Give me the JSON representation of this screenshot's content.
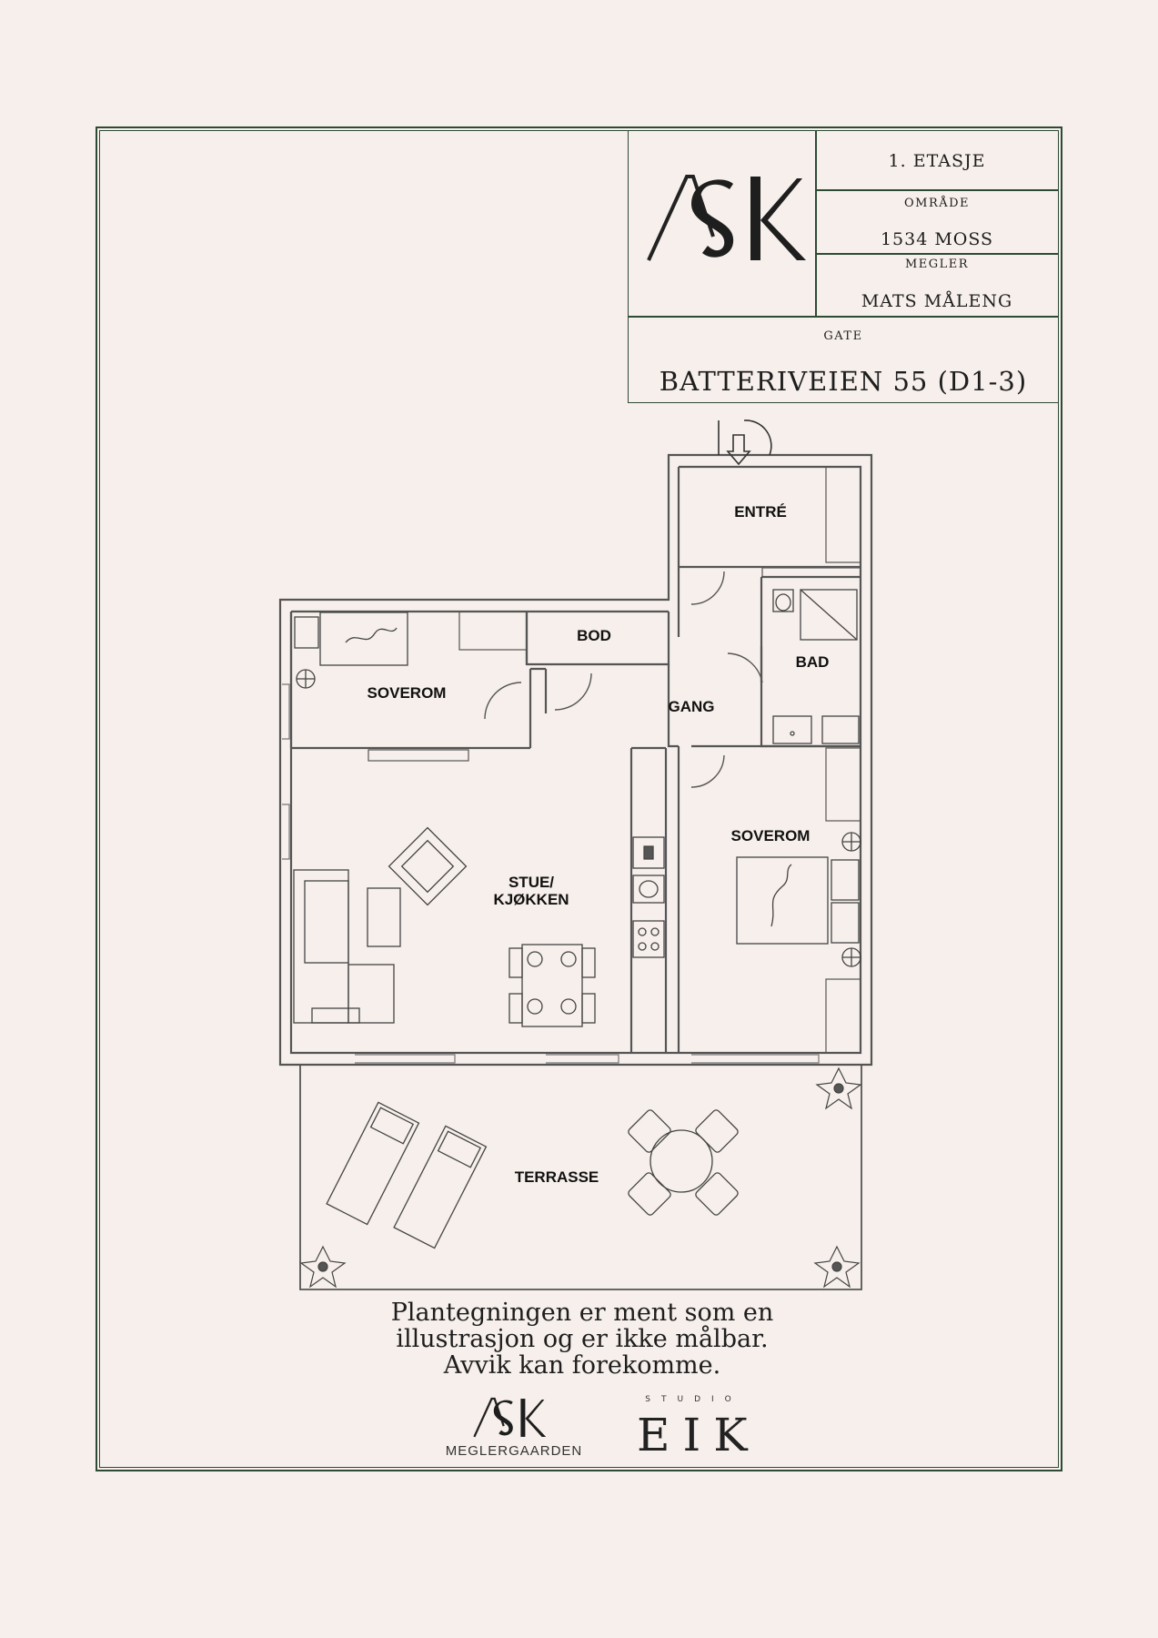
{
  "title_block": {
    "floor": "1. ETASJE",
    "area_label": "OMRÅDE",
    "area_value": "1534 MOSS",
    "broker_label": "MEGLER",
    "broker_value": "MATS MÅLENG",
    "street_label": "GATE",
    "street_value": "BATTERIVEIEN 55 (D1-3)"
  },
  "logo": {
    "brand": "ASK"
  },
  "rooms": {
    "entre": "ENTRÉ",
    "bod": "BOD",
    "bad": "BAD",
    "soverom_left": "SOVEROM",
    "gang": "GANG",
    "soverom_right": "SOVEROM",
    "stue_line1": "STUE/",
    "stue_line2": "KJØKKEN",
    "terrasse": "TERRASSE"
  },
  "disclaimer": {
    "line1": "Plantegningen er ment som en",
    "line2": "illustrasjon og er ikke målbar.",
    "line3": "Avvik kan forekomme."
  },
  "footer": {
    "ask_sub": "MEGLERGAARDEN",
    "studio": "STUDIO",
    "eik": "EIK"
  },
  "colors": {
    "frame": "#2e4a35",
    "background": "#f6efeb",
    "walls": "#555555"
  },
  "icons": [
    "entrance-arrow-icon",
    "plant-icon",
    "sun-lounger-icon",
    "round-table-icon"
  ]
}
